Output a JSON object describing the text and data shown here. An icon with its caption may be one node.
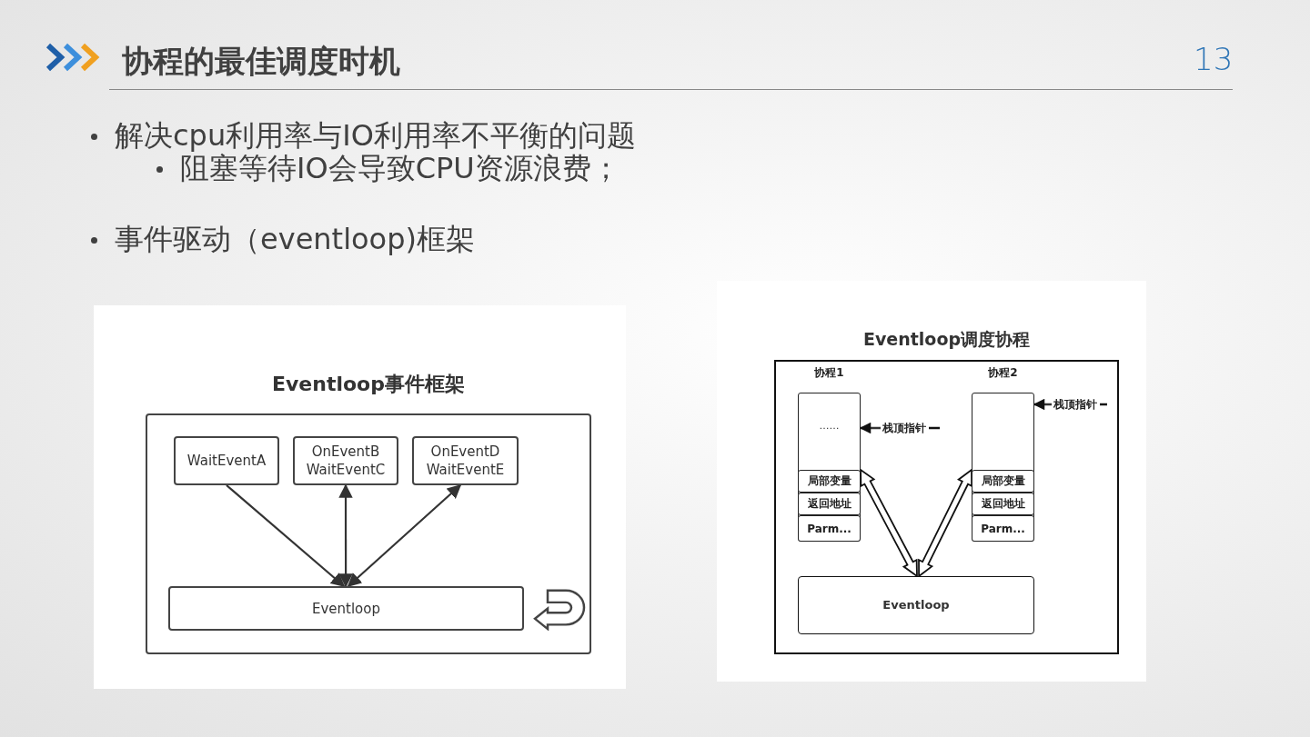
{
  "diagram": {
    "title": "协程的最佳调度时机",
    "nodes": [
      {
        "text": [
          "Eventloop事件框架"
        ]
      },
      {
        "text": [
          "WaitEventA"
        ],
        "in": 0
      },
      {
        "text": [
          "OnEventB WaitEventC"
        ],
        "in": 0
      },
      {
        "text": [
          "OnEventD WaitEventE"
        ],
        "in": 0
      },
      {
        "text": [
          "Eventloop"
        ],
        "in": 0
      },
      {
        "text": [
          "Eventloop调度协程"
        ]
      },
      {
        "text": [
          "协程1",
          "……"
        ],
        "in": 5
      },
      {
        "text": [
          "局部变量"
        ],
        "in": 6
      },
      {
        "text": [
          "返回地址"
        ],
        "in": 6
      },
      {
        "text": [
          "Parm..."
        ],
        "in": 6
      },
      {
        "text": [
          "协程2"
        ],
        "in": 5
      },
      {
        "text": [
          "局部变量"
        ],
        "in": 10
      },
      {
        "text": [
          "返回地址"
        ],
        "in": 10
      },
      {
        "text": [
          "Parm..."
        ],
        "in": 10
      },
      {
        "text": [
          "Eventloop"
        ],
        "in": 5
      },
      {
        "text": [
          "栈顶指针"
        ],
        "in": 5
      },
      {
        "text": [
          "栈顶指针"
        ],
        "in": 5
      }
    ],
    "edges": [
      {
        "from": 1,
        "to": 4,
        "arrow": "to"
      },
      {
        "from": 2,
        "to": 4,
        "arrow": "both"
      },
      {
        "from": 3,
        "to": 4,
        "arrow": "both"
      },
      {
        "from": 14,
        "to": 6,
        "arrow": "both",
        "style": "thick"
      },
      {
        "from": 14,
        "to": 10,
        "arrow": "both",
        "style": "thick"
      },
      {
        "from": 15,
        "to": 6,
        "arrow": "to"
      },
      {
        "from": 16,
        "to": 10,
        "arrow": "to"
      }
    ],
    "labels": [
      "13",
      "解决cpu利用率与IO利用率不平衡的问题",
      "阻塞等待IO会导致CPU资源浪费；",
      "事件驱动（eventloop)框架"
    ]
  }
}
